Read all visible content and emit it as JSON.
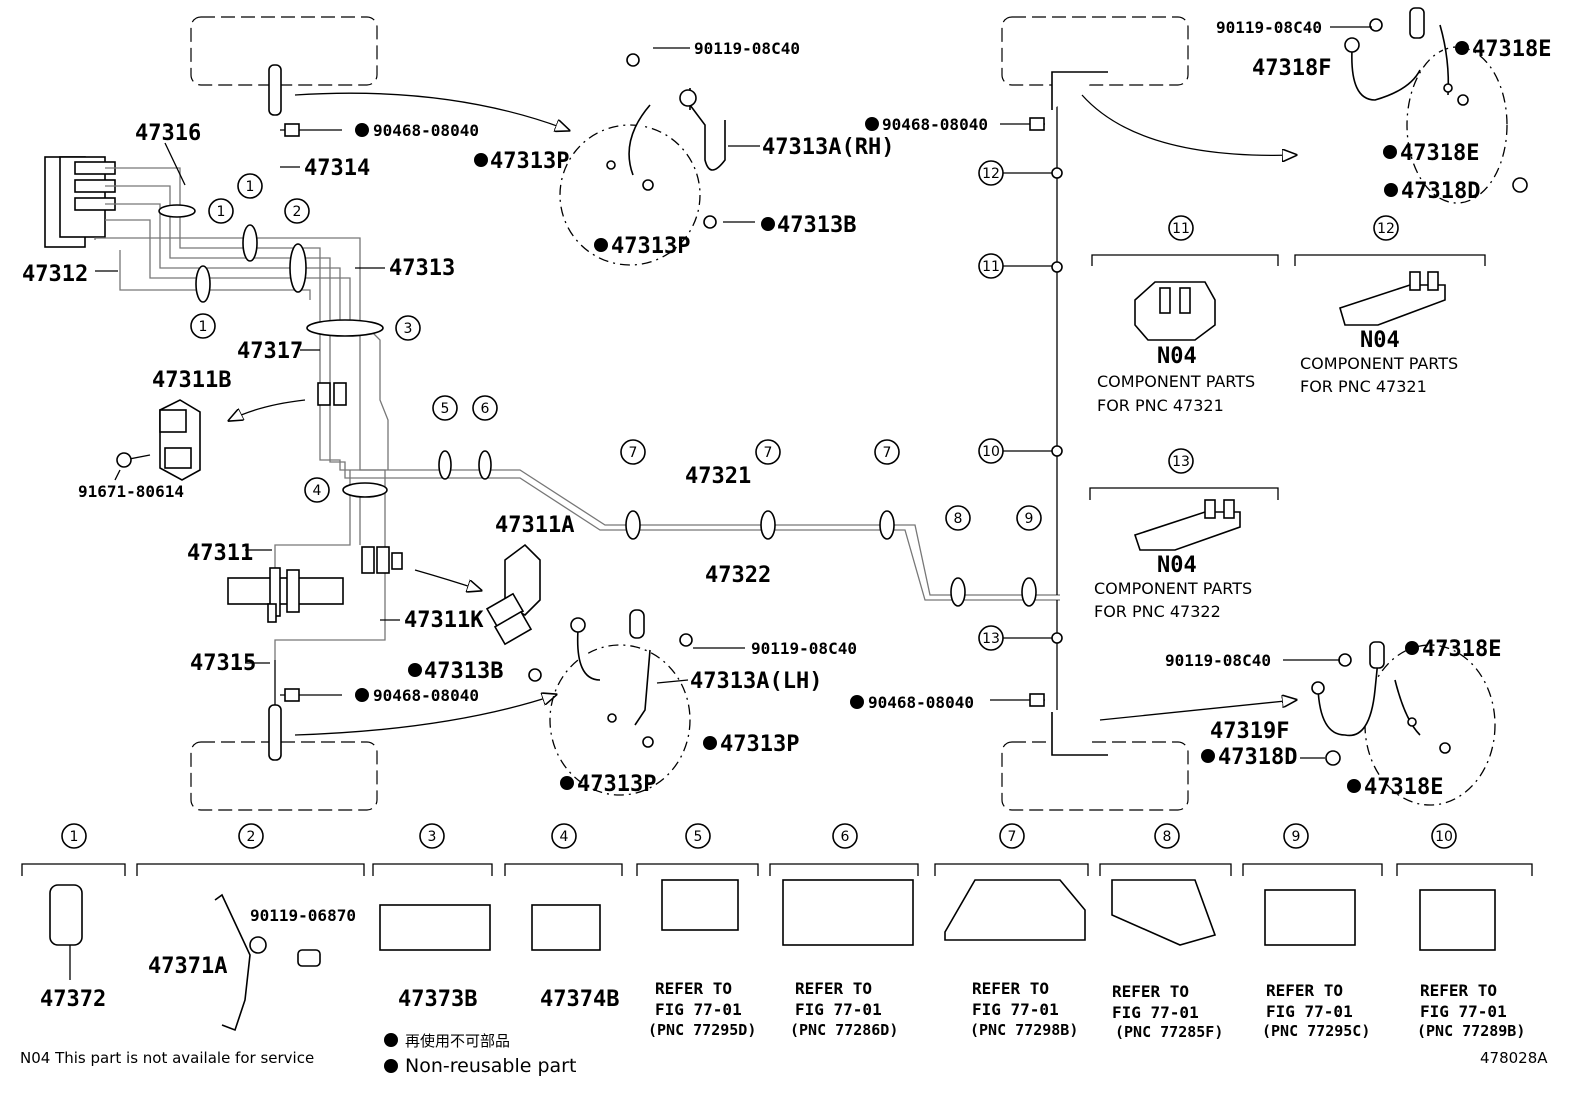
{
  "labels": {
    "p47316": "47316",
    "p47314": "47314",
    "p47312": "47312",
    "p47313": "47313",
    "p47317": "47317",
    "p47311B": "47311B",
    "p91671": "91671-80614",
    "p47311": "47311",
    "p47311K": "47311K",
    "p47315": "47315",
    "p47311A": "47311A",
    "p47321": "47321",
    "p47322": "47322",
    "p90468_a": "90468-08040",
    "p90468_b": "90468-08040",
    "p90468_c": "90468-08040",
    "p90468_d": "90468-08040",
    "p90119_rh": "90119-08C40",
    "p47313A_rh": "47313A(RH)",
    "p47313P_rh1": "47313P",
    "p47313P_rh2": "47313P",
    "p47313B_rh": "47313B",
    "p90119_lh": "90119-08C40",
    "p47313A_lh": "47313A(LH)",
    "p47313B_lh": "47313B",
    "p47313P_lh1": "47313P",
    "p47313P_lh2": "47313P",
    "p90119_rr1": "90119-08C40",
    "p47318F": "47318F",
    "p47318E_1": "47318E",
    "p47318E_2": "47318E",
    "p47318D_1": "47318D",
    "p90119_rr2": "90119-08C40",
    "p47318E_3": "47318E",
    "p47319F": "47319F",
    "p47318D_2": "47318D",
    "p47318E_4": "47318E",
    "p47372": "47372",
    "p47371A": "47371A",
    "p90119_06870": "90119-06870",
    "p47373B": "47373B",
    "p47374B": "47374B"
  },
  "callout_numbers": {
    "c1": "1",
    "c2": "2",
    "c3": "3",
    "c4": "4",
    "c5": "5",
    "c6": "6",
    "c7": "7",
    "c8": "8",
    "c9": "9",
    "c10": "10",
    "c11": "11",
    "c12": "12",
    "c13": "13"
  },
  "component_parts": {
    "n04": "N04",
    "line1": "COMPONENT PARTS",
    "for_47321": "FOR PNC 47321",
    "for_47322": "FOR PNC 47322"
  },
  "refer": {
    "refer_to": "REFER TO",
    "fig": "FIG 77-01",
    "pnc5": "(PNC 77295D)",
    "pnc6": "(PNC 77286D)",
    "pnc7": "(PNC 77298B)",
    "pnc8": "(PNC 77285F)",
    "pnc9": "(PNC 77295C)",
    "pnc10": "(PNC 77289B)"
  },
  "legend": {
    "jp": "再使用不可部品",
    "en": "Non-reusable part",
    "n04_note": "N04  This part is not availale for service",
    "figure_id": "478028A"
  },
  "colors": {
    "ink": "#000000",
    "pipe": "#777777"
  }
}
